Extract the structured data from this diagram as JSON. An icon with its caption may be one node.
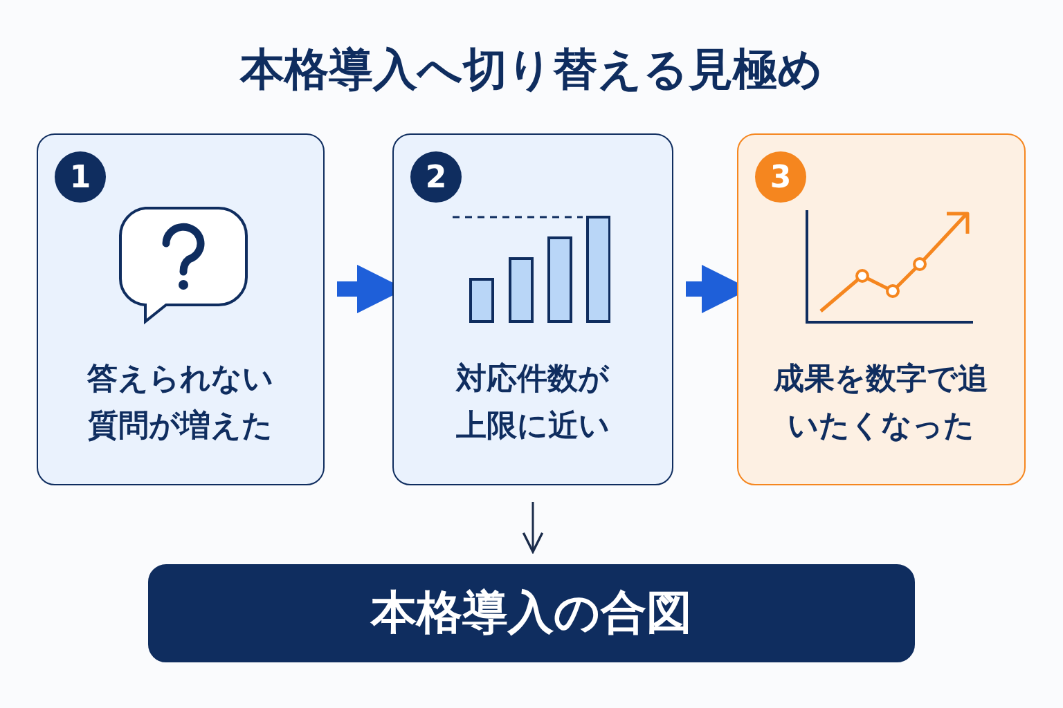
{
  "diagram": {
    "title": "本格導入へ切り替える見極め",
    "nodes": [
      {
        "text": [
          "1",
          "答えられない質問が増えた"
        ]
      },
      {
        "text": [
          "2",
          "対応件数が上限に近い"
        ]
      },
      {
        "text": [
          "3",
          "成果を数字で追いたくなった"
        ]
      },
      {
        "text": [
          "本格導入の合図"
        ]
      }
    ],
    "edges": [
      {
        "from": 0,
        "to": 1,
        "arrow": "to"
      },
      {
        "from": 1,
        "to": 2,
        "arrow": "to"
      },
      {
        "from": 1,
        "to": 3,
        "arrow": "to",
        "color": "#1a2b4a"
      }
    ]
  }
}
